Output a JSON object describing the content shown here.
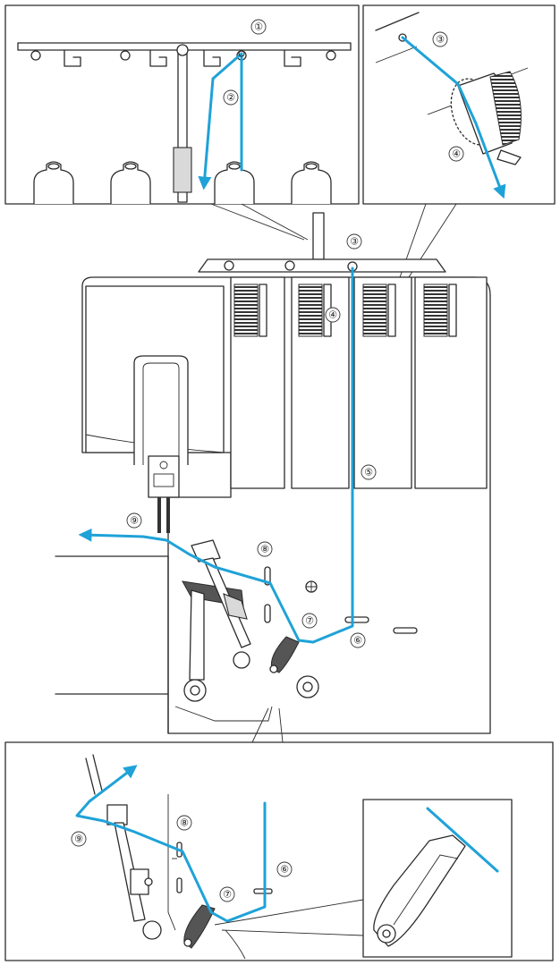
{
  "labels": {
    "l1": "①",
    "l2": "②",
    "l3": "③",
    "l4": "④",
    "l5": "⑤",
    "l6": "⑥",
    "l7": "⑦",
    "l8": "⑧",
    "l9": "⑨"
  },
  "colors": {
    "thread": "#1fa2d8",
    "line": "#2b2b2b",
    "background": "#ffffff"
  }
}
